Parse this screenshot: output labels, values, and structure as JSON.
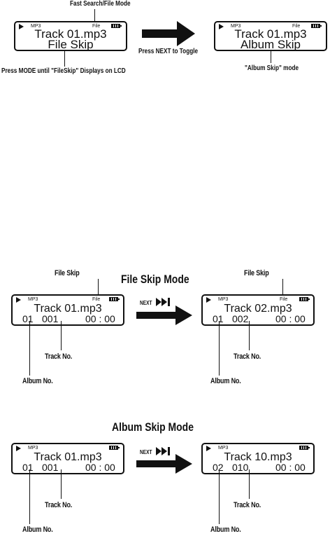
{
  "top": {
    "caption_fast_search": "Fast Search/File Mode",
    "left_lcd": {
      "format": "MP3",
      "mode": "File",
      "line1": "Track 01.mp3",
      "line2": "File Skip"
    },
    "right_lcd": {
      "format": "MP3",
      "mode": "File",
      "line1": "Track 01.mp3",
      "line2": "Album Skip"
    },
    "toggle_caption": "Press NEXT to Toggle",
    "caption_press_mode": "Press MODE until \"FileSkip\" Displays on LCD",
    "caption_album_skip_mode": "\"Album Skip\" mode"
  },
  "file_skip": {
    "heading": "File Skip Mode",
    "left_pointer": "File Skip",
    "right_pointer": "File Skip",
    "next_label": "NEXT",
    "left_lcd": {
      "format": "MP3",
      "mode": "File",
      "line1": "Track 01.mp3",
      "album": "01",
      "track": "001",
      "time": "00 : 00"
    },
    "right_lcd": {
      "format": "MP3",
      "mode": "File",
      "line1": "Track 02.mp3",
      "album": "01",
      "track": "002",
      "time": "00 : 00"
    },
    "track_label": "Track No.",
    "album_label": "Album No."
  },
  "album_skip": {
    "heading": "Album Skip Mode",
    "next_label": "NEXT",
    "left_lcd": {
      "format": "MP3",
      "line1": "Track 01.mp3",
      "album": "01",
      "track": "001",
      "time": "00 : 00"
    },
    "right_lcd": {
      "format": "MP3",
      "line1": "Track 10.mp3",
      "album": "02",
      "track": "010",
      "time": "00 : 00"
    },
    "track_label": "Track No.",
    "album_label": "Album No."
  }
}
